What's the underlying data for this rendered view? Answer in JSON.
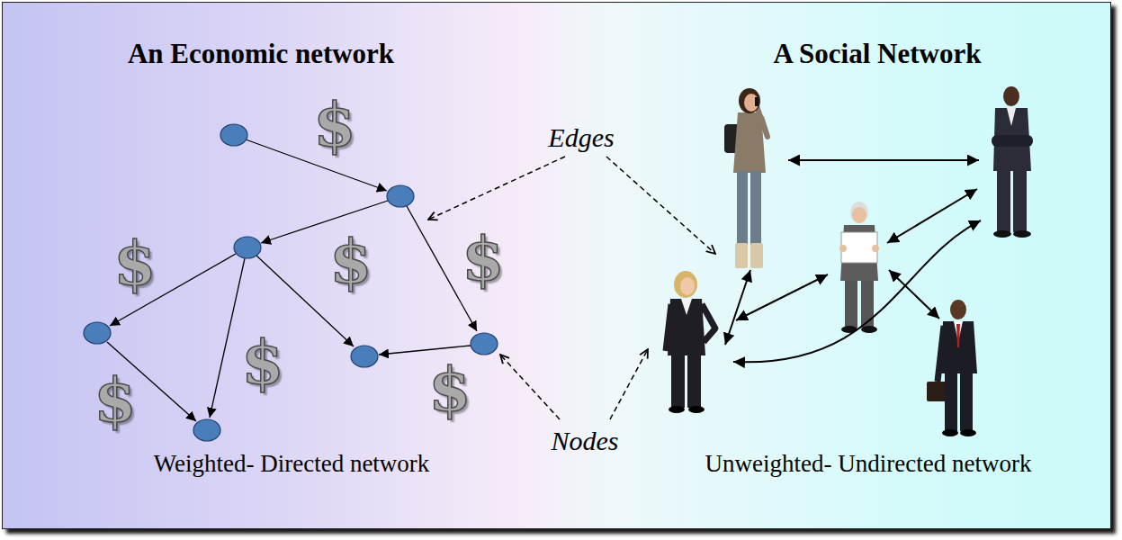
{
  "diagram": {
    "labels": [
      "An Economic network",
      "A Social Network",
      "$",
      "Edges",
      "$",
      "$",
      "$",
      "$",
      "$",
      "$",
      "Nodes",
      "Weighted- Directed network",
      "Unweighted- Undirected network"
    ]
  }
}
